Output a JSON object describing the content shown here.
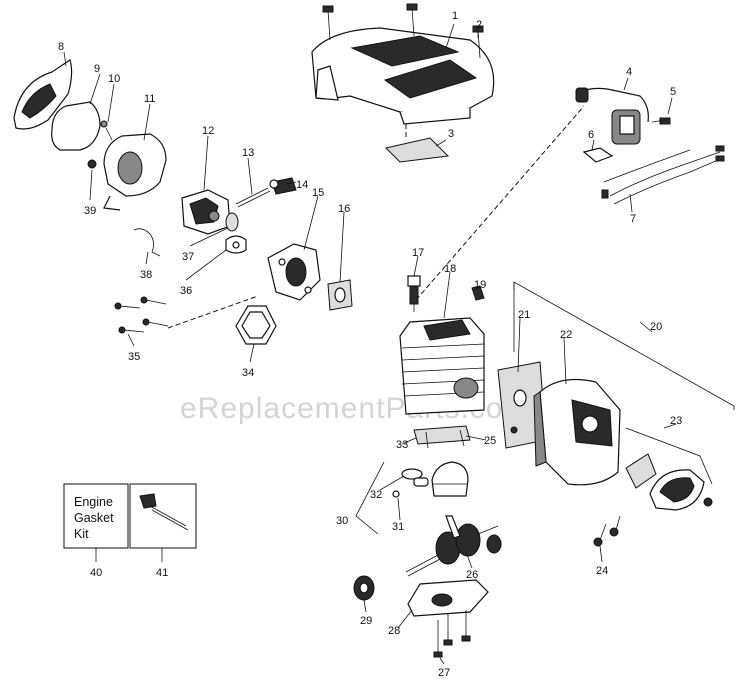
{
  "watermark": "eReplacementParts.com",
  "callouts": {
    "c1": "1",
    "c2": "2",
    "c3": "3",
    "c4": "4",
    "c5": "5",
    "c6": "6",
    "c7": "7",
    "c8": "8",
    "c9": "9",
    "c10": "10",
    "c11": "11",
    "c12": "12",
    "c13": "13",
    "c14": "14",
    "c15": "15",
    "c16": "16",
    "c17": "17",
    "c18": "18",
    "c19": "19",
    "c20": "20",
    "c21": "21",
    "c22": "22",
    "c23": "23",
    "c24": "24",
    "c25": "25",
    "c26": "26",
    "c27": "27",
    "c28": "28",
    "c29": "29",
    "c30": "30",
    "c31": "31",
    "c32": "32",
    "c33": "33",
    "c34": "34",
    "c35": "35",
    "c36": "36",
    "c37": "37",
    "c38": "38",
    "c39": "39",
    "c40": "40",
    "c41": "41"
  },
  "kit": {
    "line1": "Engine",
    "line2": "Gasket",
    "line3": "Kit"
  }
}
